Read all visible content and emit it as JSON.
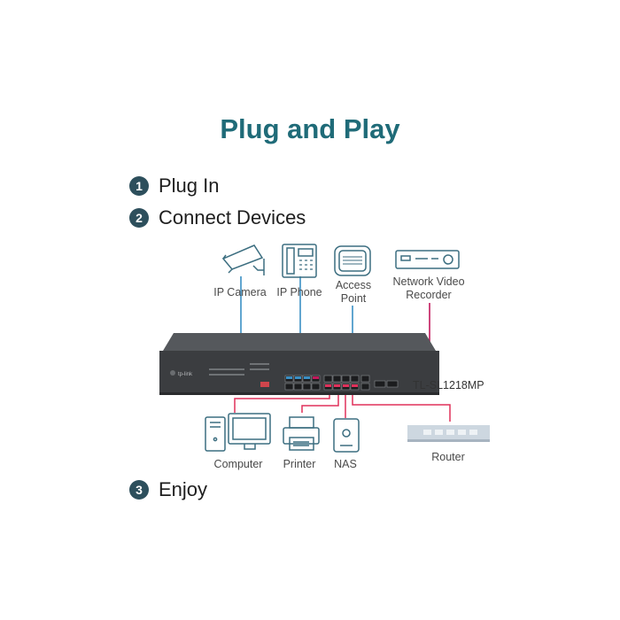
{
  "title": "Plug and Play",
  "steps": [
    {
      "num": "1",
      "text": "Plug In"
    },
    {
      "num": "2",
      "text": "Connect Devices"
    },
    {
      "num": "3",
      "text": "Enjoy"
    }
  ],
  "devices_top": [
    {
      "icon": "ip-camera-icon",
      "label": "IP Camera"
    },
    {
      "icon": "ip-phone-icon",
      "label": "IP Phone"
    },
    {
      "icon": "access-point-icon",
      "label": "Access\nPoint"
    },
    {
      "icon": "nvr-icon",
      "label": "Network Video\nRecorder"
    }
  ],
  "devices_bottom": [
    {
      "icon": "computer-icon",
      "label": "Computer"
    },
    {
      "icon": "printer-icon",
      "label": "Printer"
    },
    {
      "icon": "nas-icon",
      "label": "NAS"
    },
    {
      "icon": "router-icon",
      "label": "Router"
    }
  ],
  "switch_model": "TL-SL1218MP",
  "colors": {
    "title": "#1f6b78",
    "step_badge": "#2d4f5c",
    "poe_link": "#3a8fc4",
    "nvr_link": "#c2185b",
    "lan_link": "#e0305a",
    "icon_stroke": "#3c6e80",
    "switch_body": "#3b3d40"
  }
}
